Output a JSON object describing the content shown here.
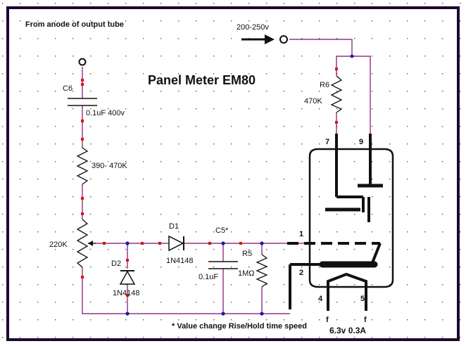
{
  "diagram": {
    "title": "Panel Meter EM80",
    "labels": {
      "from_anode": "From anode of output tube",
      "hv_supply": "200-250v",
      "c6_name": "C6",
      "c6_value": "0.1uF 400v",
      "r_series_value": "390- 470K",
      "pot_value": "220K",
      "d1_name": "D1",
      "d1_part": "1N4148",
      "d2_name": "D2",
      "d2_part": "1N4148",
      "c5_name": "C5*",
      "c5_value": "0.1uF",
      "r5_name": "R5",
      "r5_value": "1MΩ",
      "r6_name": "R6",
      "r6_value": "470K",
      "heater_spec": "6.3v 0.3A",
      "footnote": "* Value change Rise/Hold time speed",
      "heater_f1": "f",
      "heater_f2": "f"
    },
    "pins": {
      "p1": "1",
      "p2": "2",
      "p4": "4",
      "p5": "5",
      "p7": "7",
      "p9": "9"
    },
    "colors": {
      "wire": "#7a0e6e",
      "component": "#111111",
      "junction": "#1a1ab0",
      "marker": "#e01010"
    }
  }
}
